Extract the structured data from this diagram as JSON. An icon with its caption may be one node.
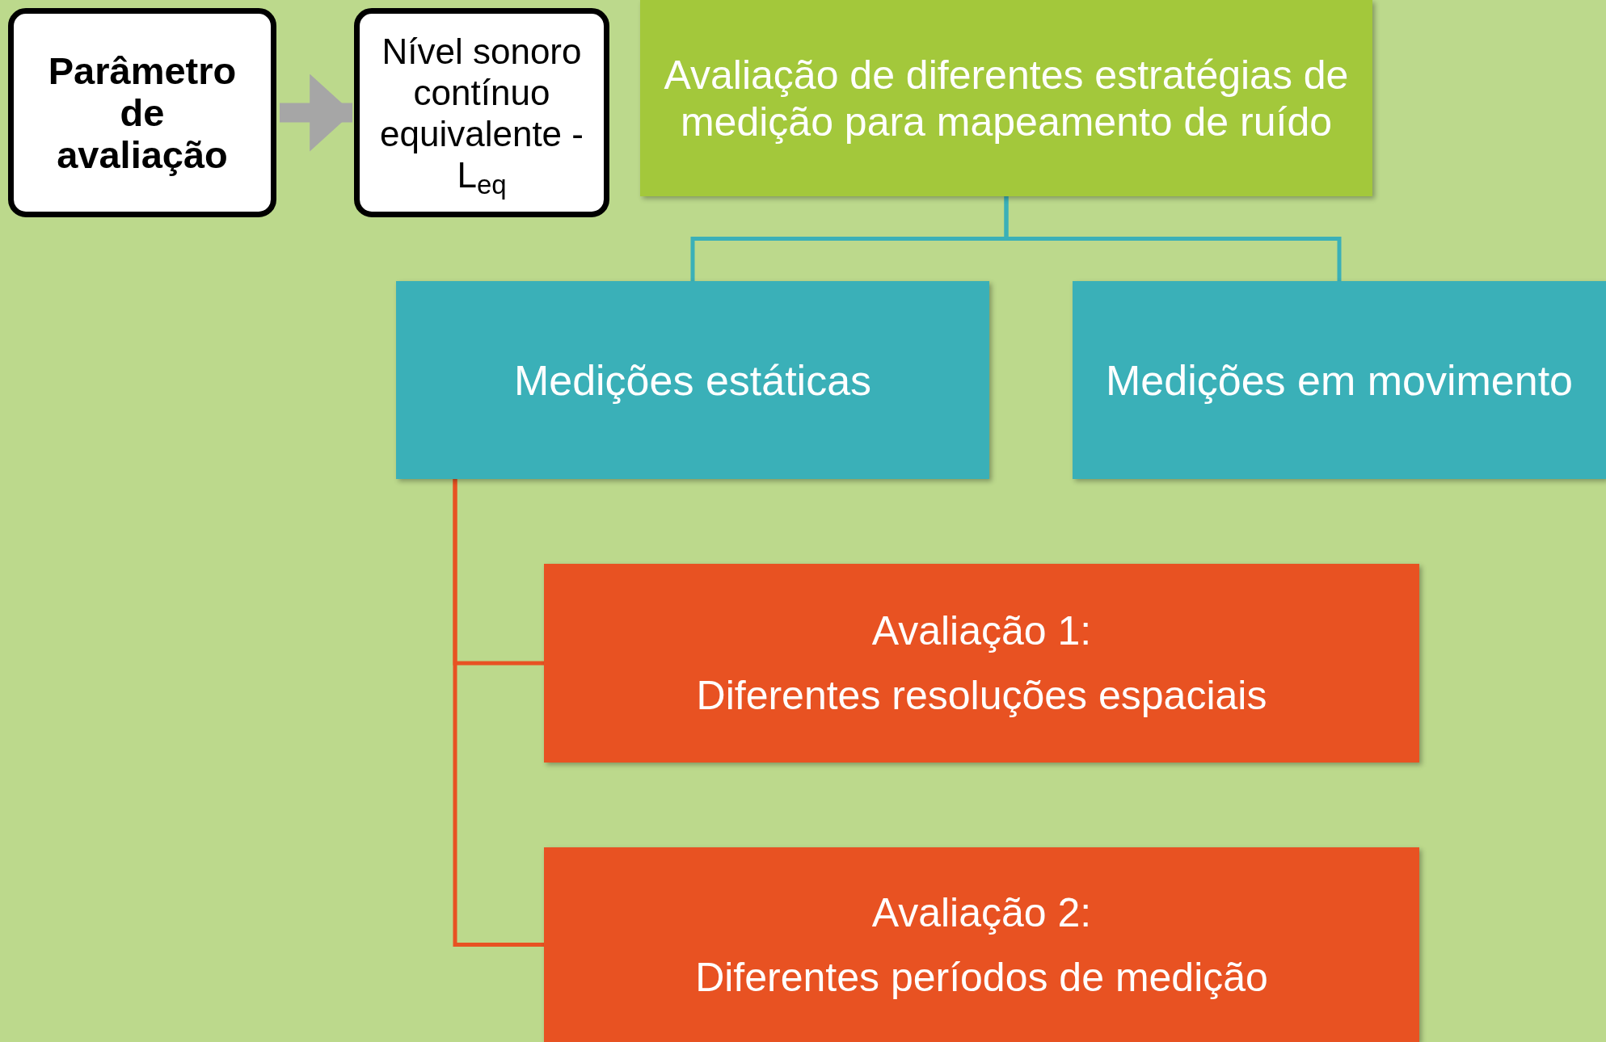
{
  "diagram": {
    "nodes": [
      {
        "text": [
          "Parâmetro de avaliação"
        ]
      },
      {
        "text": [
          "Nível sonoro contínuo equivalente - L$_{eq}$"
        ]
      },
      {
        "text": [
          "Avaliação de diferentes estratégias de medição para mapeamento de ruído"
        ]
      },
      {
        "text": [
          "Medições estáticas"
        ]
      },
      {
        "text": [
          "Medições em movimento"
        ]
      },
      {
        "text": [
          "Avaliação 1:",
          "Diferentes resoluções espaciais"
        ]
      },
      {
        "text": [
          "Avaliação 2:",
          "Diferentes períodos de medição"
        ]
      }
    ],
    "edges": [
      {
        "from": 0,
        "to": 1,
        "arrow": "to",
        "style": "thick",
        "color": "#a6a6a6"
      },
      {
        "from": 2,
        "to": 3,
        "arrow": "none",
        "color": "#3ab0b8"
      },
      {
        "from": 2,
        "to": 4,
        "arrow": "none",
        "color": "#3ab0b8"
      },
      {
        "from": 3,
        "to": 5,
        "arrow": "none",
        "color": "#e85222"
      },
      {
        "from": 3,
        "to": 6,
        "arrow": "none",
        "color": "#e85222"
      }
    ]
  }
}
